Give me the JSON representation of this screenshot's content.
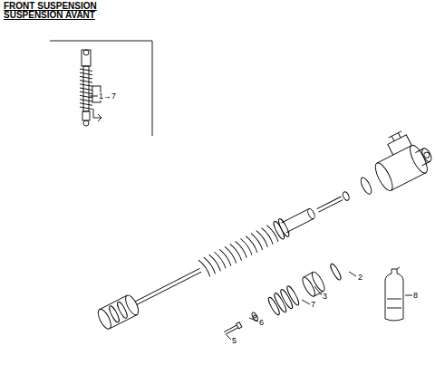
{
  "diagram": {
    "title": "FRONT SUSPENSION",
    "labels": [
      "SUSPENSION AVANT",
      "1→7",
      "2",
      "3",
      "7",
      "6",
      "5",
      "8"
    ]
  }
}
